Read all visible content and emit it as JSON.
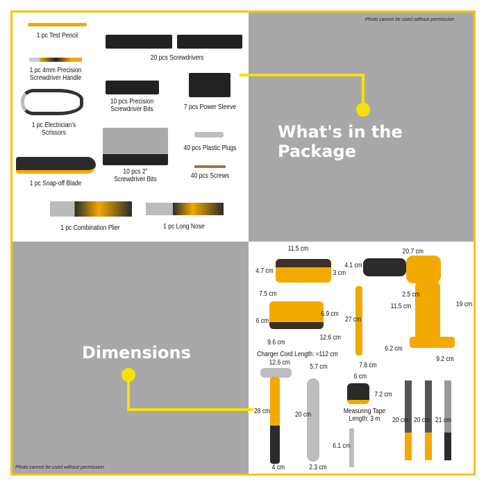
{
  "notice": "Photo cannot be used without permission",
  "package": {
    "heading": "What's in the Package",
    "items": [
      {
        "label": "1 pc Test Pencil"
      },
      {
        "label": "20 pcs Screwdrivers"
      },
      {
        "label": "1 pc 4mm Precision\nScrewdriver Handle"
      },
      {
        "label": "10 pcs Precision\nScrewdriver Bits"
      },
      {
        "label": "7 pcs Power Sleeve"
      },
      {
        "label": "1 pc Electrician's\nScrissors"
      },
      {
        "label": "40 pcs Plastic Plugs"
      },
      {
        "label": "10 pcs 2\"\nScrewdriver Bits"
      },
      {
        "label": "40 pcs Screws"
      },
      {
        "label": "1 pc Snap-off Blade"
      },
      {
        "label": "1 pc Combination Plier"
      },
      {
        "label": "1 pc Long Nose"
      }
    ]
  },
  "dimensions": {
    "heading": "Dimensions",
    "battery": {
      "width": "11.5 cm",
      "height": "4.7 cm",
      "front": "3 cm",
      "depth": "7.5 cm"
    },
    "charger": {
      "height": "6 cm",
      "rear": "6.9 cm",
      "width": "9.6 cm",
      "depth": "12.6 cm",
      "cord": "Charger Cord Length: ≈112 cm"
    },
    "drill": {
      "length": "20.7 cm",
      "chuck": "4.1 cm",
      "trigger": "2.5 cm",
      "grip": "11.5 cm",
      "height": "19 cm",
      "base_depth": "6.2 cm",
      "base_width": "9.2 cm"
    },
    "saw": {
      "height": "27 cm",
      "width": "7.8 cm"
    },
    "hammer": {
      "width": "12.6 cm",
      "height": "28 cm",
      "base": "4 cm"
    },
    "wrench": {
      "width": "5.7 cm",
      "height": "20 cm",
      "base": "2.3 cm"
    },
    "tape": {
      "width": "6 cm",
      "height": "7.2 cm",
      "label": "Measuring Tape\nLength: 3 m"
    },
    "bit_holder": {
      "height": "6.1 cm"
    },
    "screwdrivers": [
      "20 cm",
      "20 cm",
      "21 cm"
    ]
  },
  "colors": {
    "accent": "#f7c600",
    "connector": "#f7e100",
    "panel_gray": "#a8a8a8",
    "tool_orange": "#f2a900"
  }
}
